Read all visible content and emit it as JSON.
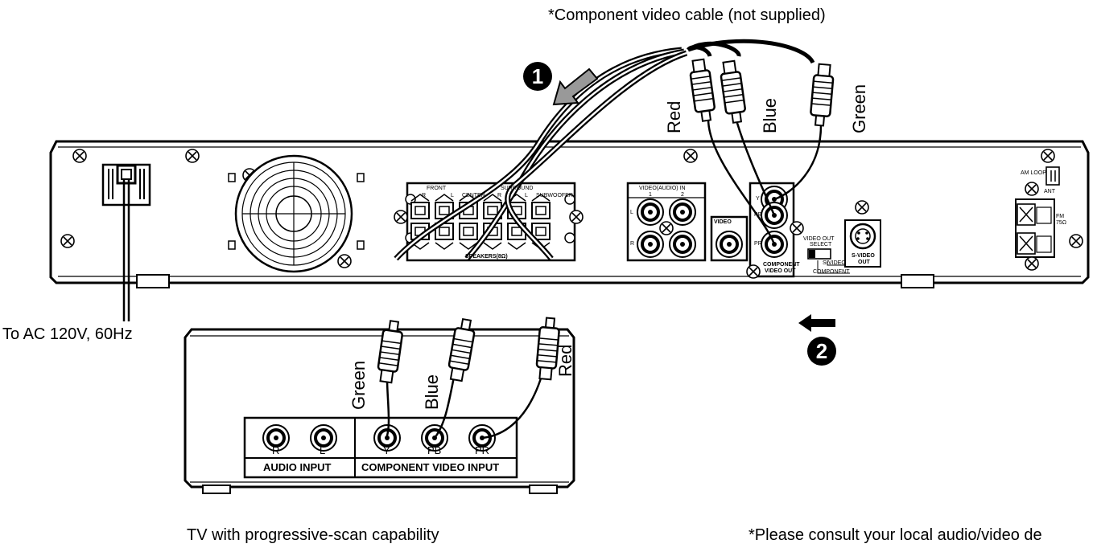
{
  "captions": {
    "cable_note": "*Component video cable (not supplied)",
    "ac_power": "To AC 120V, 60Hz",
    "tv_caption": "TV with progressive-scan capability",
    "dealer_note": "*Please consult your local audio/video de"
  },
  "cable_colors_top": [
    "Red",
    "Blue",
    "Green"
  ],
  "cable_colors_tv": [
    "Green",
    "Blue",
    "Red"
  ],
  "steps": [
    "1",
    "2"
  ],
  "unit_panel": {
    "front": "FRONT",
    "front_r": "R",
    "front_l": "L",
    "center": "CENTER",
    "surround": "SURROUND",
    "surround_r": "R",
    "surround_l": "L",
    "subwoofer": "SUBWOOFER",
    "speakers": "SPEAKERS(8Ω)",
    "video_audio_in": "VIDEO(AUDIO) IN",
    "in_1": "1",
    "in_2": "2",
    "in_l": "L",
    "in_r": "R",
    "video_out": "VIDEO",
    "y": "Y",
    "pb": "PB",
    "pr": "PR",
    "component_video_out_1": "COMPONENT",
    "component_video_out_2": "VIDEO OUT",
    "video_out_select_1": "VIDEO OUT",
    "video_out_select_2": "SELECT",
    "s_video_opt": "S-VIDEO",
    "component_opt": "COMPONENT",
    "s_video_out_1": "S-VIDEO",
    "s_video_out_2": "OUT",
    "am_loop": "AM LOOP",
    "ant": "ANT",
    "fm": "FM",
    "fm_ohm": "75Ω"
  },
  "tv_panel": {
    "jacks": [
      "R",
      "L",
      "Y",
      "PB",
      "PR"
    ],
    "audio_input": "AUDIO INPUT",
    "component_video_input": "COMPONENT VIDEO INPUT"
  }
}
